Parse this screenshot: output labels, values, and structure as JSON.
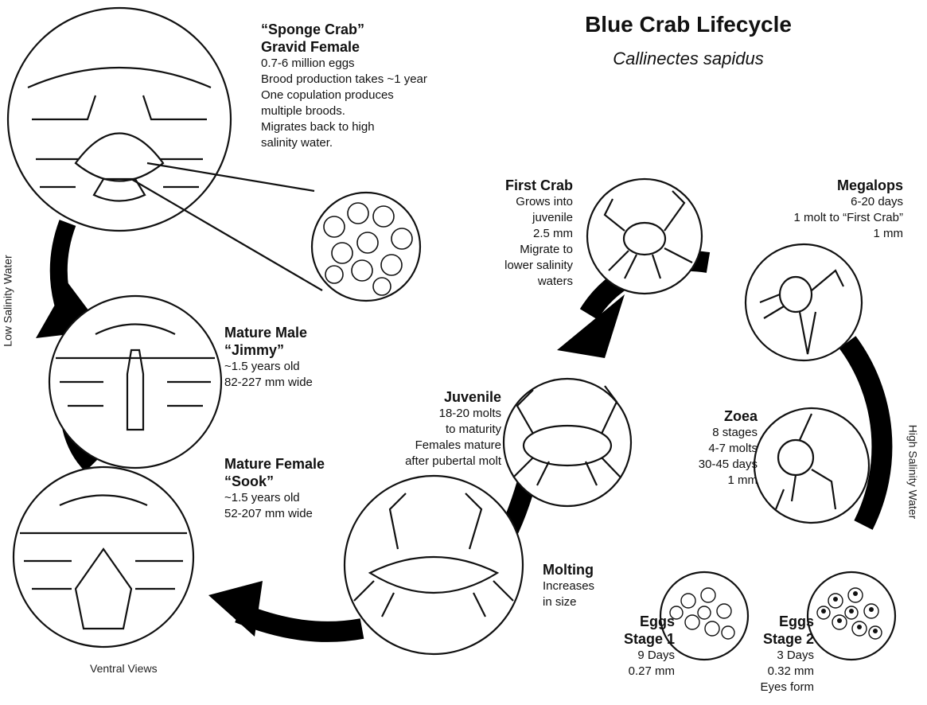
{
  "title": "Blue Crab Lifecycle",
  "subtitle": "Callinectes sapidus",
  "side_labels": {
    "low_salinity": "Low Salinity Water",
    "high_salinity": "High Salinity Water",
    "ventral": "Ventral Views"
  },
  "stages": {
    "sponge": {
      "heading": [
        "“Sponge Crab”",
        "Gravid Female"
      ],
      "lines": [
        "0.7-6 million eggs",
        "Brood production takes ~1 year",
        "One copulation produces",
        "multiple broods.",
        "Migrates back to high",
        "salinity water."
      ]
    },
    "male": {
      "heading": [
        "Mature Male",
        "“Jimmy”"
      ],
      "lines": [
        "~1.5 years old",
        "82-227 mm wide"
      ]
    },
    "female": {
      "heading": [
        "Mature Female",
        "“Sook”"
      ],
      "lines": [
        "~1.5 years old",
        "52-207 mm wide"
      ]
    },
    "first_crab": {
      "heading": [
        "First Crab"
      ],
      "lines": [
        "Grows into",
        "juvenile",
        "2.5 mm",
        "Migrate to",
        "lower salinity",
        "waters"
      ]
    },
    "megalops": {
      "heading": [
        "Megalops"
      ],
      "lines": [
        "6-20 days",
        "1 molt to “First Crab”",
        "1 mm"
      ]
    },
    "juvenile": {
      "heading": [
        "Juvenile"
      ],
      "lines": [
        "18-20 molts",
        "to maturity",
        "Females mature",
        "after pubertal molt"
      ]
    },
    "zoea": {
      "heading": [
        "Zoea"
      ],
      "lines": [
        "8 stages",
        "4-7 molts",
        "30-45 days",
        "1 mm"
      ]
    },
    "molting": {
      "heading": [
        "Molting"
      ],
      "lines": [
        "Increases",
        "in size"
      ]
    },
    "eggs1": {
      "heading": [
        "Eggs",
        "Stage 1"
      ],
      "lines": [
        "9 Days",
        "0.27 mm"
      ]
    },
    "eggs2": {
      "heading": [
        "Eggs",
        "Stage 2"
      ],
      "lines": [
        "3 Days",
        "0.32 mm",
        "Eyes form"
      ]
    }
  },
  "colors": {
    "ink": "#111111",
    "background": "#ffffff"
  }
}
